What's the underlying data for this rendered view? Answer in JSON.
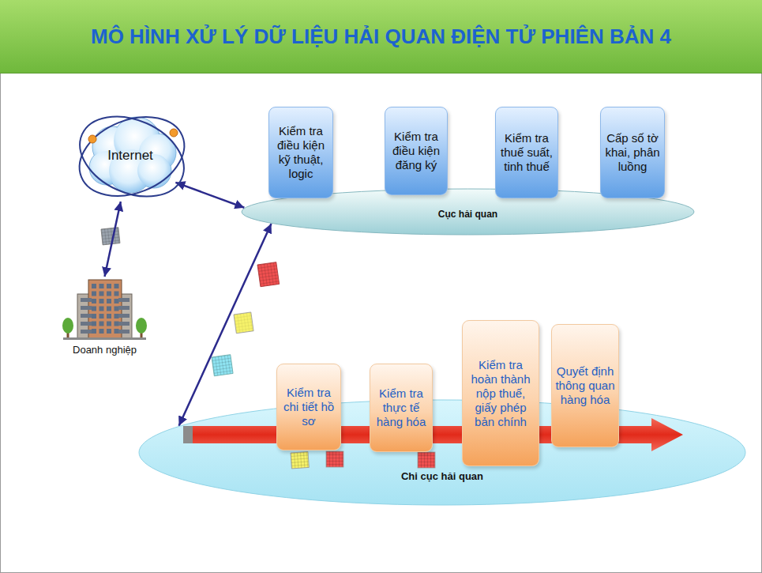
{
  "diagram": {
    "title": "MÔ HÌNH XỬ LÝ DỮ LIỆU HẢI QUAN ĐIỆN TỬ PHIÊN BẢN 4",
    "nodes": [
      {
        "text": [
          "Internet"
        ]
      },
      {
        "text": [
          "Doanh nghiệp"
        ]
      },
      {
        "text": [
          "Cục hải quan"
        ]
      },
      {
        "text": [
          "Kiểm tra điều kiện kỹ thuật, logic"
        ],
        "in": 2
      },
      {
        "text": [
          "Kiểm tra điều kiện đăng ký"
        ],
        "in": 2
      },
      {
        "text": [
          "Kiểm tra thuế suất, tinh thuế"
        ],
        "in": 2
      },
      {
        "text": [
          "Cấp số tờ khai, phân luồng"
        ],
        "in": 2
      },
      {
        "text": [
          "Chi cục hải quan"
        ]
      },
      {
        "text": [
          "Kiểm tra chi tiết hồ sơ"
        ],
        "in": 7
      },
      {
        "text": [
          "Kiểm tra thực tế hàng hóa"
        ],
        "in": 7
      },
      {
        "text": [
          "Kiểm tra hoàn thành nộp thuế, giấy phép bản chính"
        ],
        "in": 7
      },
      {
        "text": [
          "Quyết định thông quan hàng hóa"
        ],
        "in": 7
      }
    ],
    "edges": [
      {
        "from": 1,
        "to": 0,
        "arrow": "both"
      },
      {
        "from": 0,
        "to": 2,
        "arrow": "both"
      },
      {
        "from": 2,
        "to": 7,
        "arrow": "both"
      }
    ]
  }
}
